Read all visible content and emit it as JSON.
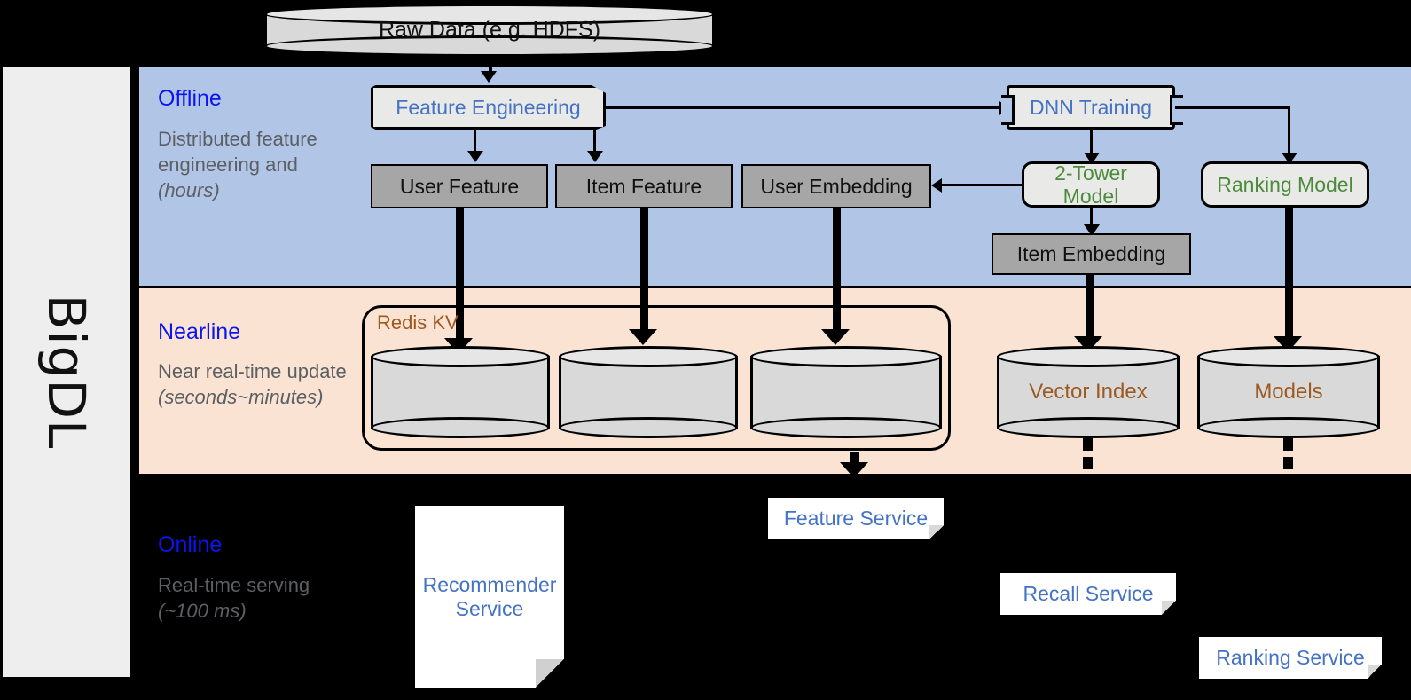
{
  "sidebar": {
    "label": "BigDL"
  },
  "bands": {
    "offline": {
      "title": "Offline",
      "description": "Distributed feature engineering and ",
      "duration": "(hours)",
      "color": "#b1c5e7"
    },
    "nearline": {
      "title": "Nearline",
      "description": "Near real-time update",
      "duration": "(seconds~minutes)",
      "color": "#fae3d3"
    },
    "online": {
      "title": "Online",
      "description": "Real-time serving",
      "duration": "(~100 ms)",
      "color": "#000000"
    }
  },
  "nodes": {
    "raw_data": "Raw Data (e.g. HDFS)",
    "feature_engineering": "Feature Engineering",
    "dnn_training": "DNN Training",
    "user_feature": "User Feature",
    "item_feature": "Item Feature",
    "user_embedding": "User Embedding",
    "two_tower_model": "2-Tower Model",
    "ranking_model": "Ranking Model",
    "item_embedding": "Item Embedding",
    "redis_kv": "Redis KV",
    "vector_index": "Vector Index",
    "models": "Models",
    "feature_service": "Feature Service",
    "recommender_service_line1": "Recommender",
    "recommender_service_line2": "Service",
    "recall_service": "Recall Service",
    "ranking_service": "Ranking Service"
  },
  "colors": {
    "band_offline": "#b1c5e7",
    "band_nearline": "#fae3d3",
    "band_online": "#000000",
    "title_blue": "#0a15f0",
    "caption_gray": "#5c6063",
    "node_blue": "#4472c4",
    "node_green": "#4b8b3b",
    "node_brown": "#9c5a20",
    "gray_fill": "#a6a6a6",
    "light_fill": "#e9e9e7",
    "sidebar_fill": "#eeeeee"
  }
}
